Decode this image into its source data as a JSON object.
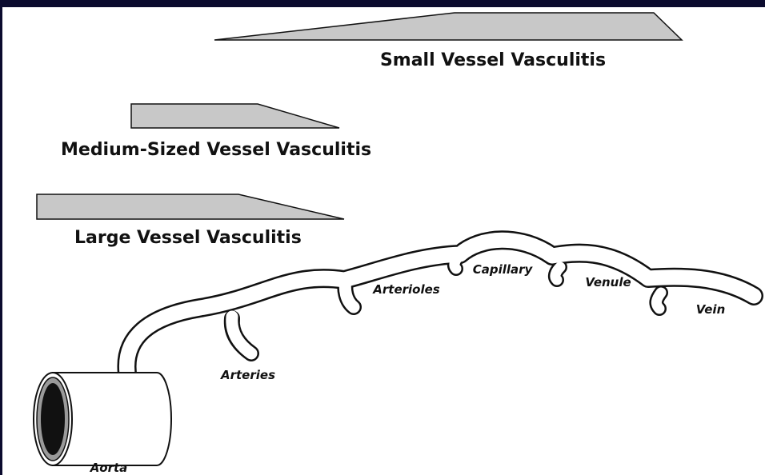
{
  "categories": {
    "small": "Small Vessel Vasculitis",
    "medium": "Medium-Sized Vessel Vasculitis",
    "large": "Large Vessel  Vasculitis"
  },
  "vessels": {
    "aorta": "Aorta",
    "arteries": "Arteries",
    "arterioles": "Arterioles",
    "capillary": "Capillary",
    "venule": "Venule",
    "vein": "Vein"
  },
  "colors": {
    "band_fill": "#c8c8c8",
    "outline": "#111111",
    "frame": "#0b0b2e",
    "aorta_lumen": "#111111"
  }
}
